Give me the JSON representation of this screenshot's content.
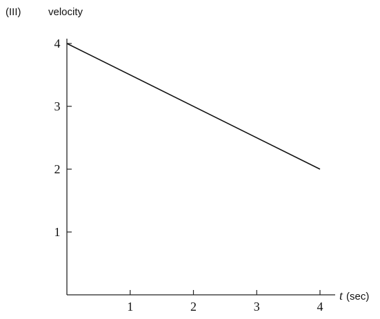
{
  "panel_label": "(III)",
  "chart_data": {
    "type": "line",
    "title": "",
    "ylabel": "velocity",
    "xlabel_var": "t",
    "xlabel_unit": "(sec)",
    "xlim": [
      0,
      4
    ],
    "ylim": [
      0,
      4
    ],
    "grid": false,
    "x_ticks": [
      1,
      2,
      3,
      4
    ],
    "y_ticks": [
      1,
      2,
      3,
      4
    ],
    "series": [
      {
        "x": [
          0,
          4
        ],
        "y": [
          4,
          2
        ]
      }
    ],
    "colors": {
      "line": "#111111",
      "axis": "#222222",
      "text": "#111111"
    }
  }
}
